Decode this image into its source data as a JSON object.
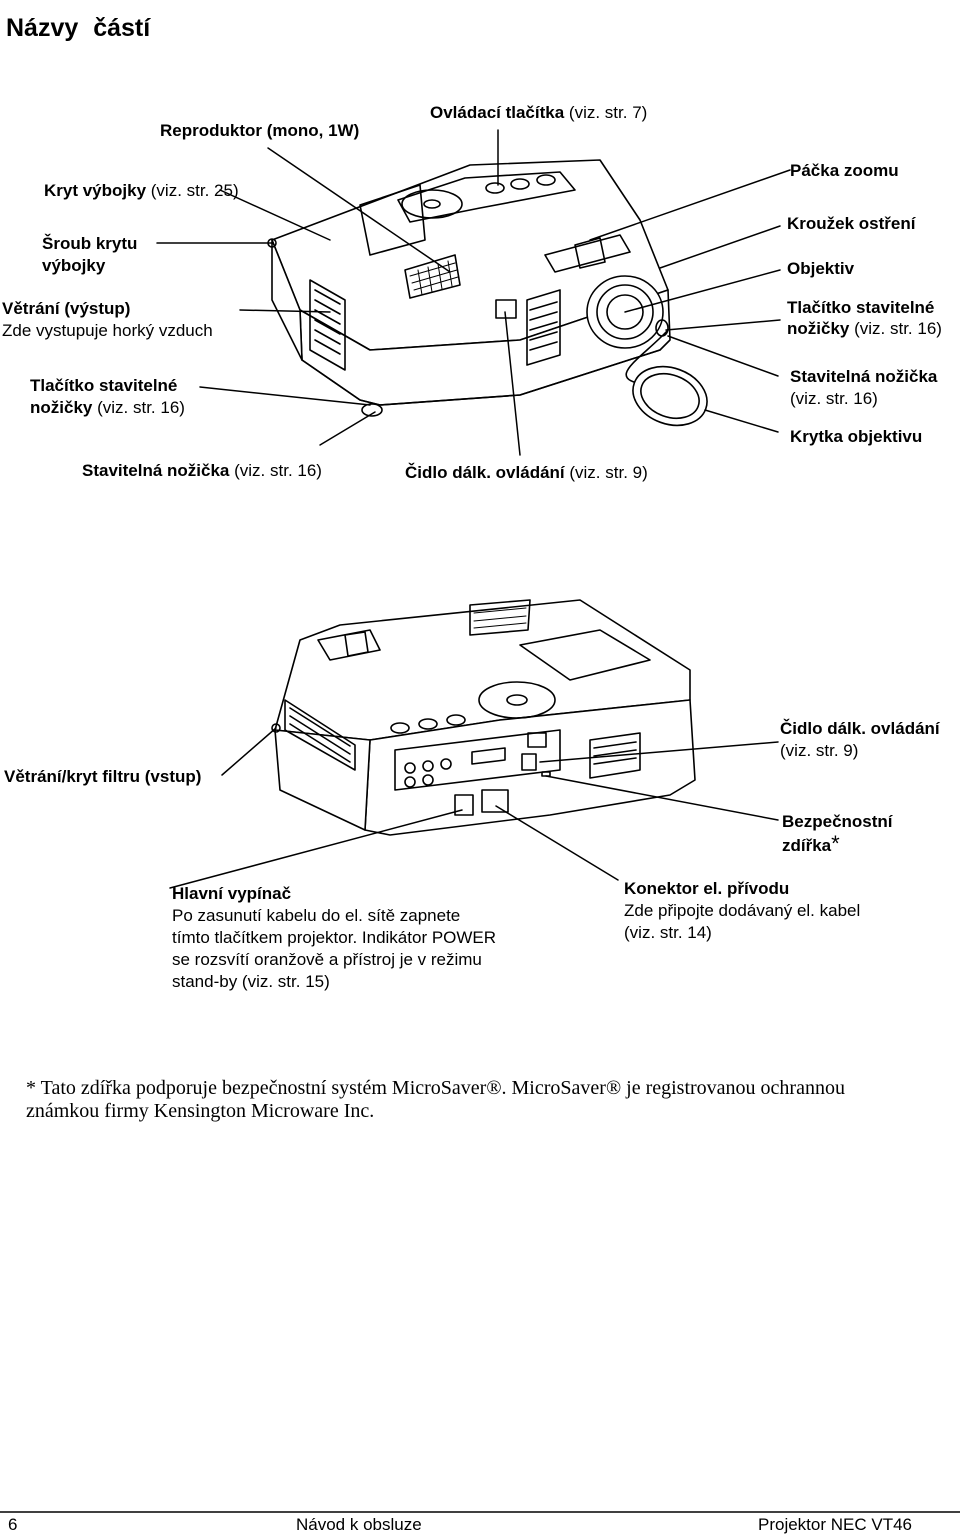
{
  "page": {
    "title": "Názvy částí"
  },
  "top_view": {
    "reproduktor": {
      "bold": "Reproduktor (mono, 1W)",
      "ref": ""
    },
    "ovladaci": {
      "bold": "Ovládací tlačítka",
      "ref": " (viz. str. 7)"
    },
    "kryt_vybojky": {
      "bold": "Kryt výbojky",
      "ref": " (viz. str. 25)"
    },
    "sroub_1": "Šroub krytu",
    "sroub_2": "výbojky",
    "vetrani_vystup_1": "Větrání (výstup)",
    "vetrani_vystup_2": "Zde vystupuje horký vzduch",
    "tlacitko_left_1": "Tlačítko stavitelné",
    "tlacitko_left_2_bold": "nožičky",
    "tlacitko_left_2_ref": " (viz. str. 16)",
    "stavitelna_left": {
      "bold": "Stavitelná nožička",
      "ref": " (viz. str. 16)"
    },
    "cidlo_front": {
      "bold": "Čidlo dálk. ovládání",
      "ref": " (viz. str. 9)"
    },
    "packa_zoomu": "Páčka zoomu",
    "krouzek": "Kroužek ostření",
    "objektiv": "Objektiv",
    "tlacitko_right_1": "Tlačítko stavitelné",
    "tlacitko_right_2_bold": "nožičky",
    "tlacitko_right_2_ref": " (viz. str. 16)",
    "stavitelna_right_1": "Stavitelná nožička",
    "stavitelna_right_2": "(viz. str. 16)",
    "krytka": "Krytka objektivu"
  },
  "rear_view": {
    "vetrani_kryt": "Větrání/kryt filtru (vstup)",
    "cidlo_rear_1": "Čidlo dálk. ovládání",
    "cidlo_rear_2": "(viz. str. 9)",
    "bezpecnostni_1": "Bezpečnostní",
    "bezpecnostni_2": "zdířka",
    "asterisk": "*",
    "hlavni_title": "Hlavní vypínač",
    "hlavni_lines": [
      "Po zasunutí kabelu do el. sítě zapnete",
      "tímto tlačítkem projektor. Indikátor POWER",
      "se rozsvítí oranžově a přístroj je v režimu",
      "stand-by (viz. str. 15)"
    ],
    "konektor_title": "Konektor el. přívodu",
    "konektor_lines": [
      "Zde připojte dodávaný el. kabel",
      "(viz. str. 14)"
    ]
  },
  "footnote": {
    "line1": "* Tato zdířka podporuje bezpečnostní systém MicroSaver®. MicroSaver® je registrovanou ochrannou",
    "line2": "známkou firmy Kensington Microware Inc."
  },
  "footer": {
    "page_number": "6",
    "center": "Návod k obsluze",
    "right": "Projektor NEC VT46"
  }
}
